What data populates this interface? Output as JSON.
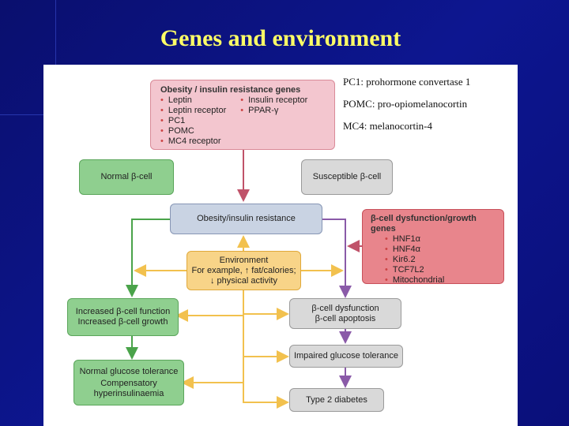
{
  "slide": {
    "title": "Genes and environment"
  },
  "abbreviations": [
    "PC1: prohormone convertase 1",
    "POMC: pro-opiomelanocortin",
    "MC4: melanocortin-4"
  ],
  "diagram": {
    "obesity_genes": {
      "title": "Obesity / insulin resistance genes",
      "left_items": [
        "Leptin",
        "Leptin receptor",
        "PC1",
        "POMC",
        "MC4 receptor"
      ],
      "right_items": [
        "Insulin receptor",
        "PPAR-γ"
      ]
    },
    "normal_beta_cell": "Normal β-cell",
    "susceptible_beta_cell": "Susceptible β-cell",
    "obesity_insulin_resistance": "Obesity/insulin resistance",
    "beta_dysfunction_genes": {
      "title": "β-cell dysfunction/growth genes",
      "items": [
        "HNF1α",
        "HNF4α",
        "Kir6.2",
        "TCF7L2",
        "Mitochondrial"
      ]
    },
    "environment": {
      "line1": "Environment",
      "line2": "For example, ↑ fat/calories;",
      "line3": "↓ physical activity"
    },
    "increased_function": {
      "line1": "Increased β-cell function",
      "line2": "Increased β-cell growth"
    },
    "beta_dysfunction": {
      "line1": "β-cell dysfunction",
      "line2": "β-cell apoptosis"
    },
    "impaired_glucose": "Impaired glucose tolerance",
    "normal_glucose": {
      "line1": "Normal glucose tolerance",
      "line2": "Compensatory",
      "line3": "hyperinsulinaemia"
    },
    "type2_diabetes": "Type 2 diabetes"
  },
  "colors": {
    "title": "#ffff66",
    "background": "#0d1690",
    "arrow_green": "#4aa34a",
    "arrow_purple": "#8a5aa8",
    "arrow_yellow": "#f2c14e",
    "arrow_red": "#c0536a"
  }
}
